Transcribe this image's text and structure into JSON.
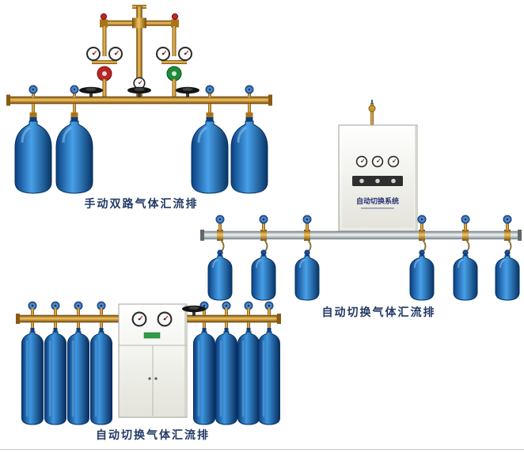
{
  "page": {
    "background_color": "#ffffff",
    "bottom_rule_color": "#c9c9c9"
  },
  "palette": {
    "brass_pipe": "#c9952e",
    "cylinder_blue": "#1e6fc2",
    "manifold_silver": "#ccd3d6",
    "cabinet_body": "#f1f1ea",
    "caption_text": "#223a66",
    "valve_black": "#141414",
    "knob_blue": "#2e77c8",
    "regulator_red": "#b82626",
    "regulator_green": "#1f8a3a"
  },
  "figures": [
    {
      "id": "manual-dual-gas-manifold",
      "caption": "手动双路气体汇流排",
      "cylinder_count": 4
    },
    {
      "id": "auto-switch-gas-manifold-wall",
      "caption": "自动切换气体汇流排",
      "cabinet_label": "自动切换系统",
      "cylinder_count": 6
    },
    {
      "id": "auto-switch-gas-manifold-cabinet",
      "caption": "自动切换气体汇流排",
      "cylinder_count": 8
    }
  ]
}
